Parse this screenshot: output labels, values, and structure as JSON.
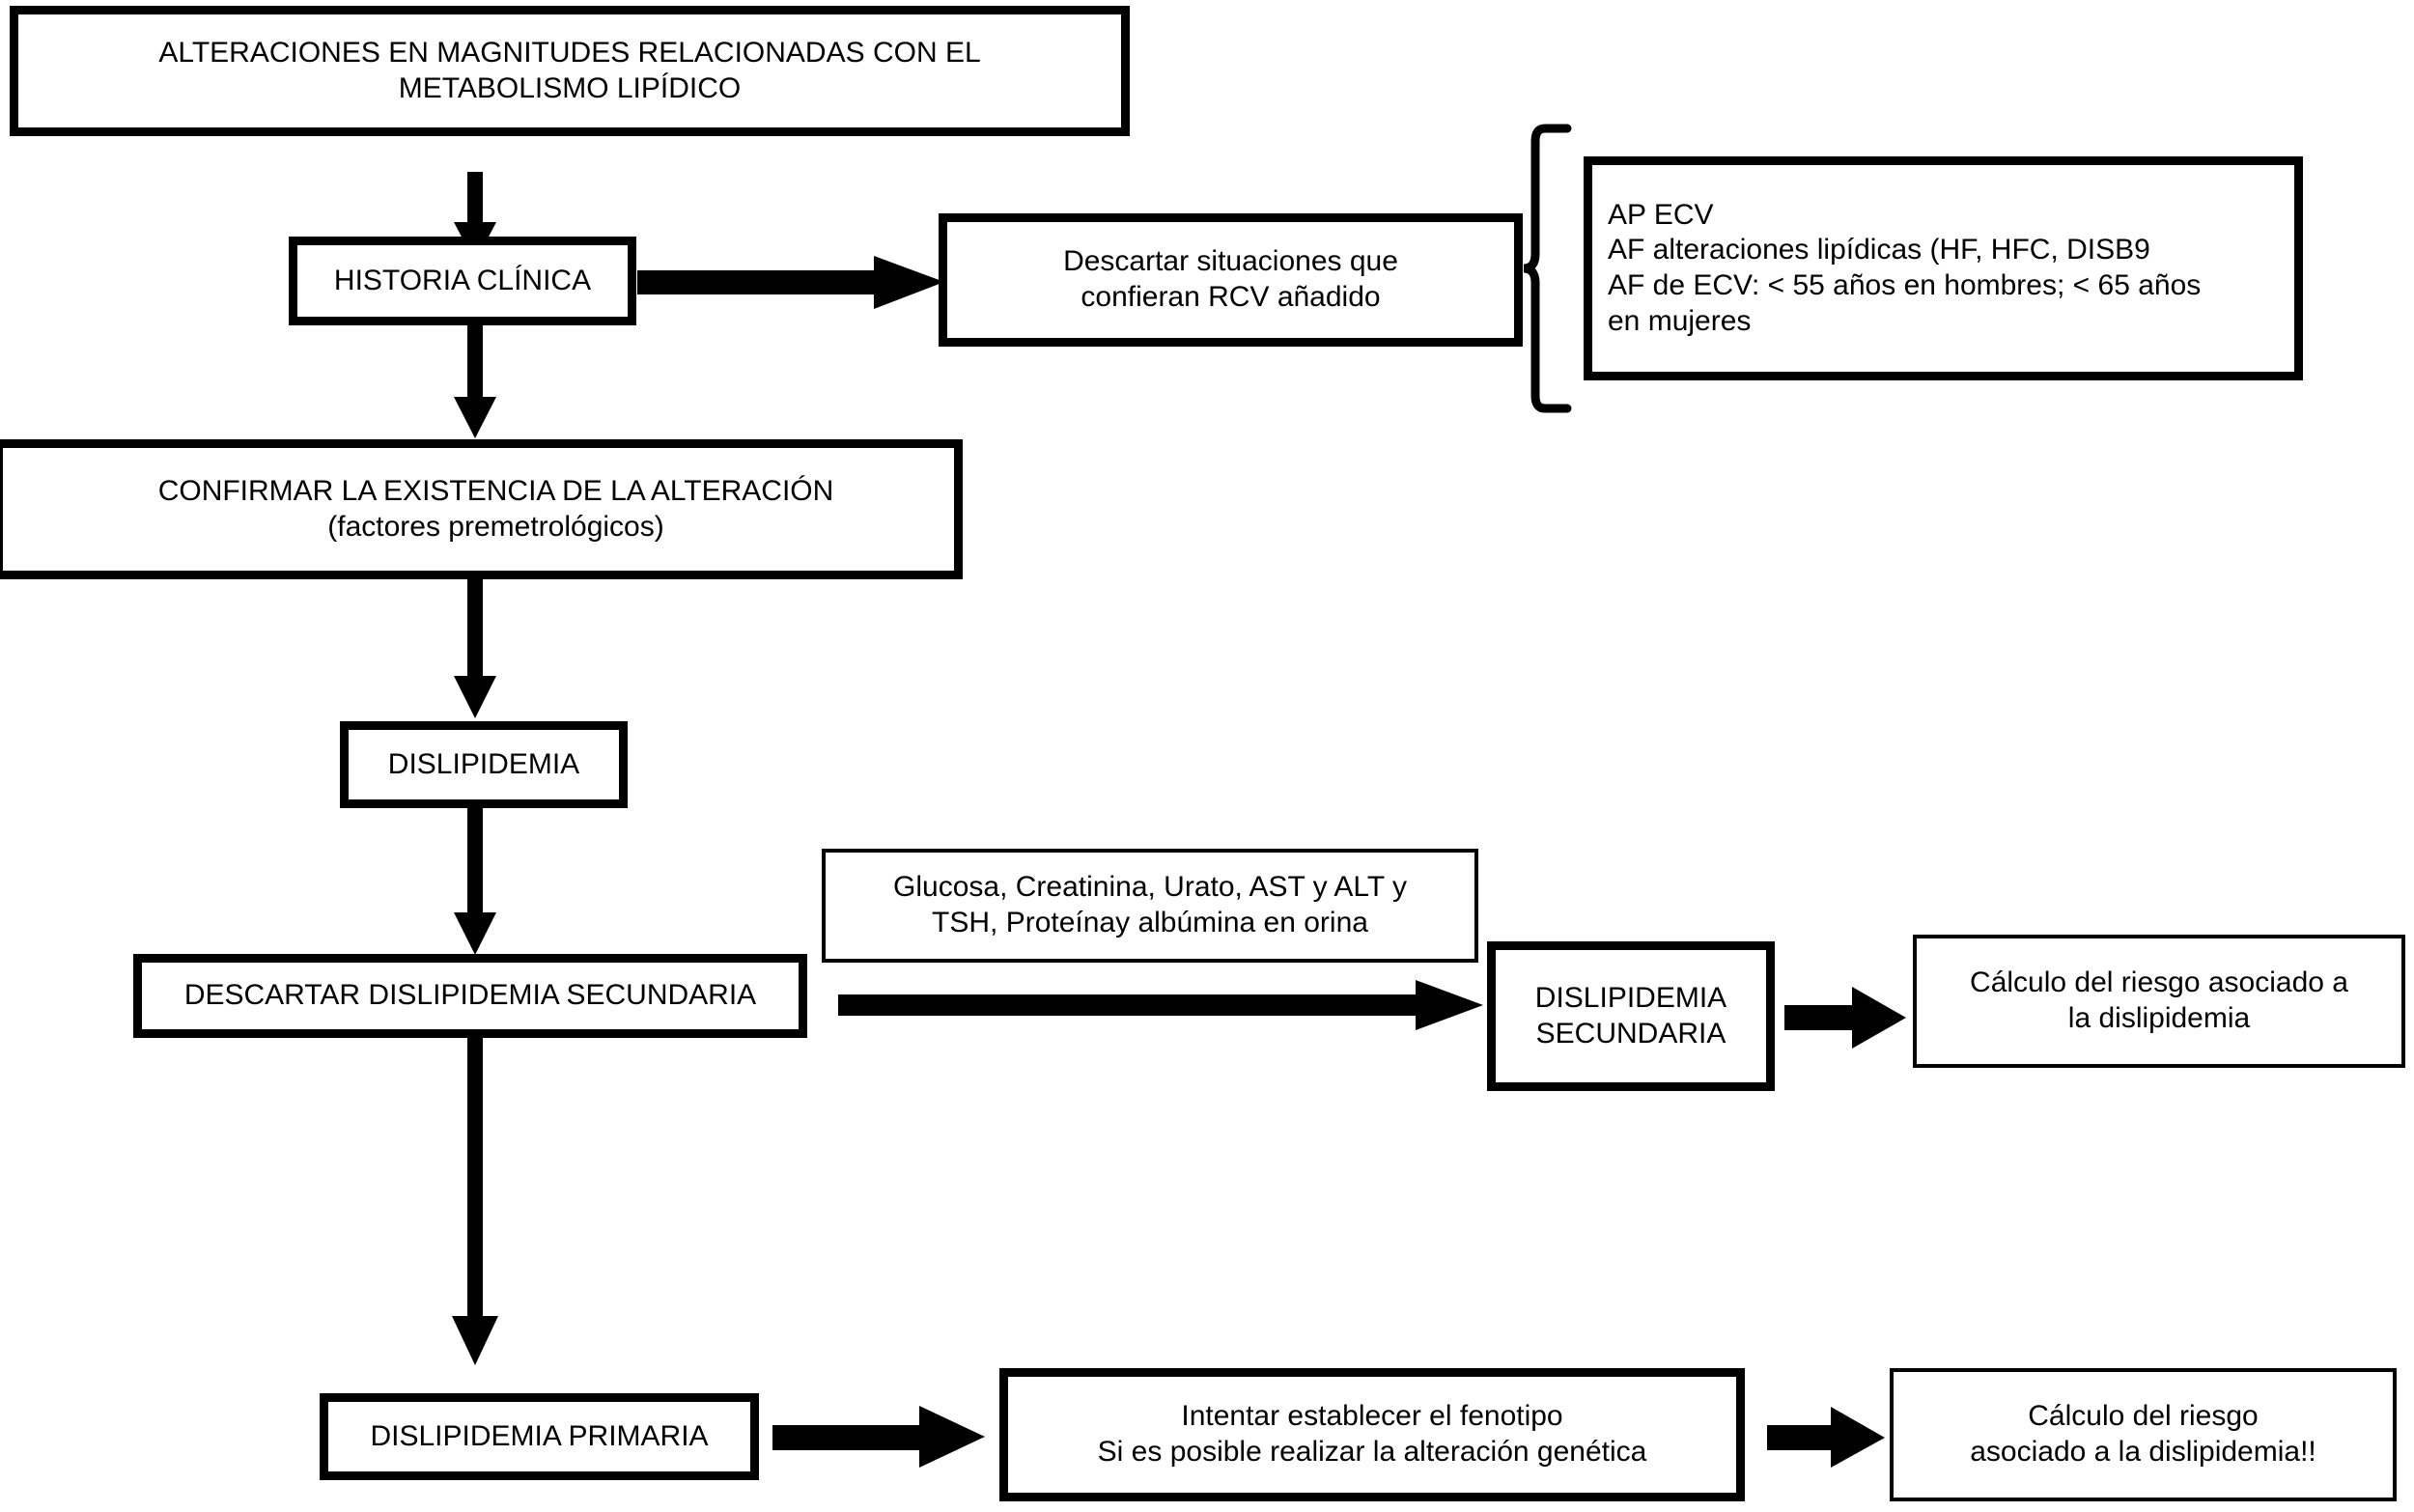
{
  "diagram": {
    "title": "ALTERACIONES EN MAGNITUDES RELACIONADAS CON EL METABOLISMO LIPÍDICO",
    "language": "es",
    "stroke_color": "#000000",
    "background_color": "#ffffff",
    "nodes": [
      {
        "id": "alteraciones",
        "text": "ALTERACIONES EN MAGNITUDES RELACIONADAS CON EL\nMETABOLISMO LIPÍDICO"
      },
      {
        "id": "historia-clinica",
        "text": "HISTORIA CLÍNICA"
      },
      {
        "id": "descartar-situaciones",
        "text": "Descartar situaciones que\nconfieran RCV añadido"
      },
      {
        "id": "ap-ecv",
        "text": "AP ECV\nAF alteraciones lipídicas (HF, HFC, DISB9\nAF de ECV: < 55 años en hombres; < 65 años\nen mujeres"
      },
      {
        "id": "confirmar-existencia",
        "text": "CONFIRMAR LA EXISTENCIA DE LA ALTERACIÓN\n(factores premetrológicos)"
      },
      {
        "id": "dislipidemia",
        "text": "DISLIPIDEMIA"
      },
      {
        "id": "analitica",
        "text": "Glucosa, Creatinina, Urato, AST y ALT y\nTSH, Proteínay albúmina en orina"
      },
      {
        "id": "descartar-secundaria",
        "text": "DESCARTAR DISLIPIDEMIA SECUNDARIA"
      },
      {
        "id": "dislipidemia-secundaria",
        "text": "DISLIPIDEMIA\nSECUNDARIA"
      },
      {
        "id": "calculo-riesgo-secundaria",
        "text": "Cálculo del riesgo asociado a\nla dislipidemia"
      },
      {
        "id": "dislipidemia-primaria",
        "text": "DISLIPIDEMIA PRIMARIA"
      },
      {
        "id": "fenotipo",
        "text": "Intentar establecer el fenotipo\nSi es posible realizar la alteración genética"
      },
      {
        "id": "calculo-riesgo-primaria",
        "text": "Cálculo del riesgo\nasociado a la dislipidemia!!"
      }
    ],
    "connectors": [
      {
        "id": "alteraciones-to-historia",
        "from": "alteraciones",
        "to": "historia-clinica",
        "direction": "down"
      },
      {
        "id": "historia-to-descartar-situaciones",
        "from": "historia-clinica",
        "to": "descartar-situaciones",
        "direction": "right"
      },
      {
        "id": "historia-to-confirmar",
        "from": "historia-clinica",
        "to": "confirmar-existencia",
        "direction": "down"
      },
      {
        "id": "confirmar-to-dislipidemia",
        "from": "confirmar-existencia",
        "to": "dislipidemia",
        "direction": "down"
      },
      {
        "id": "dislipidemia-to-descartar-secundaria",
        "from": "dislipidemia",
        "to": "descartar-secundaria",
        "direction": "down"
      },
      {
        "id": "descartar-secundaria-to-secundaria",
        "from": "descartar-secundaria",
        "to": "dislipidemia-secundaria",
        "direction": "right"
      },
      {
        "id": "secundaria-to-calculo",
        "from": "dislipidemia-secundaria",
        "to": "calculo-riesgo-secundaria",
        "direction": "right"
      },
      {
        "id": "descartar-secundaria-to-primaria",
        "from": "descartar-secundaria",
        "to": "dislipidemia-primaria",
        "direction": "down"
      },
      {
        "id": "primaria-to-fenotipo",
        "from": "dislipidemia-primaria",
        "to": "fenotipo",
        "direction": "right"
      },
      {
        "id": "fenotipo-to-calculo",
        "from": "fenotipo",
        "to": "calculo-riesgo-primaria",
        "direction": "right"
      },
      {
        "id": "brace-descartar-situaciones",
        "from": "ap-ecv",
        "to": "descartar-situaciones",
        "direction": "brace-left"
      }
    ]
  }
}
